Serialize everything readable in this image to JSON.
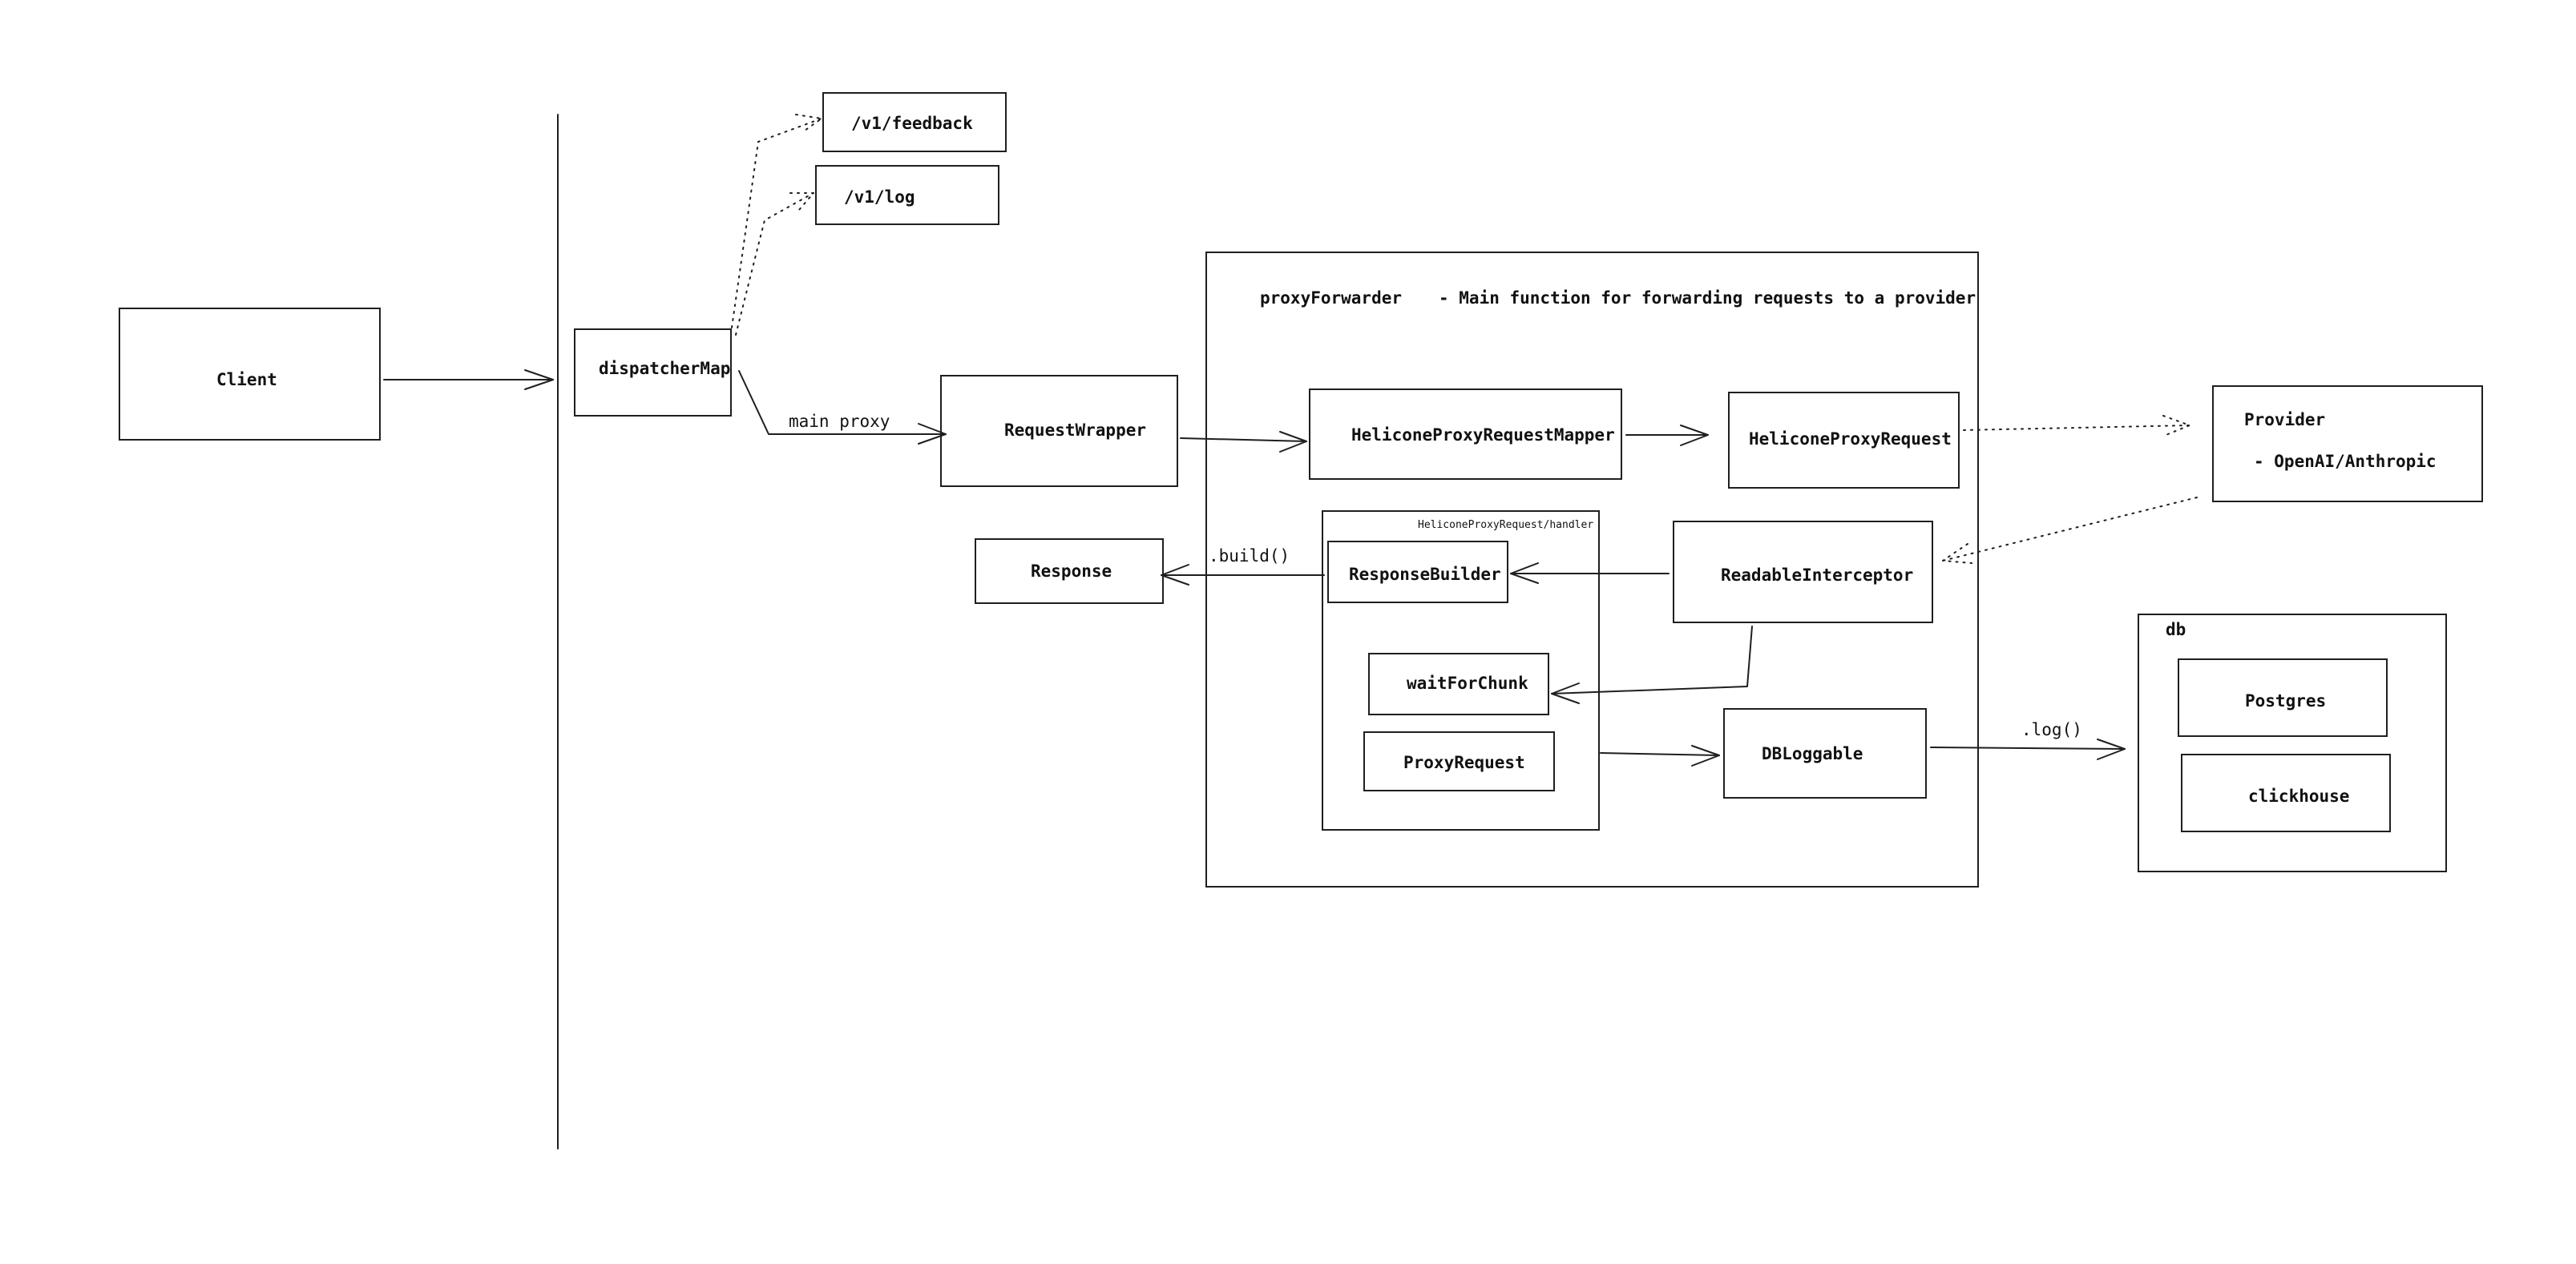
{
  "diagram": {
    "nodes": {
      "client": "Client",
      "dispatcher_map": "dispatcherMap",
      "v1_feedback": "/v1/feedback",
      "v1_log": "/v1/log",
      "request_wrapper": "RequestWrapper",
      "proxy_forwarder_title": "proxyForwarder",
      "proxy_forwarder_desc": "- Main function for forwarding requests to a provider",
      "helicone_proxy_request_mapper": "HeliconeProxyRequestMapper",
      "helicone_proxy_request": "HeliconeProxyRequest",
      "handler_group": "HeliconeProxyRequest/handler",
      "response_builder": "ResponseBuilder",
      "wait_for_chunk": "waitForChunk",
      "proxy_request": "ProxyRequest",
      "readable_interceptor": "ReadableInterceptor",
      "db_loggable": "DBLoggable",
      "response": "Response",
      "provider_title": "Provider",
      "provider_desc": "- OpenAI/Anthropic",
      "db_group": "db",
      "postgres": "Postgres",
      "clickhouse": "clickhouse"
    },
    "edge_labels": {
      "main_proxy": "main proxy",
      "build": ".build()",
      "log": ".log()"
    }
  }
}
